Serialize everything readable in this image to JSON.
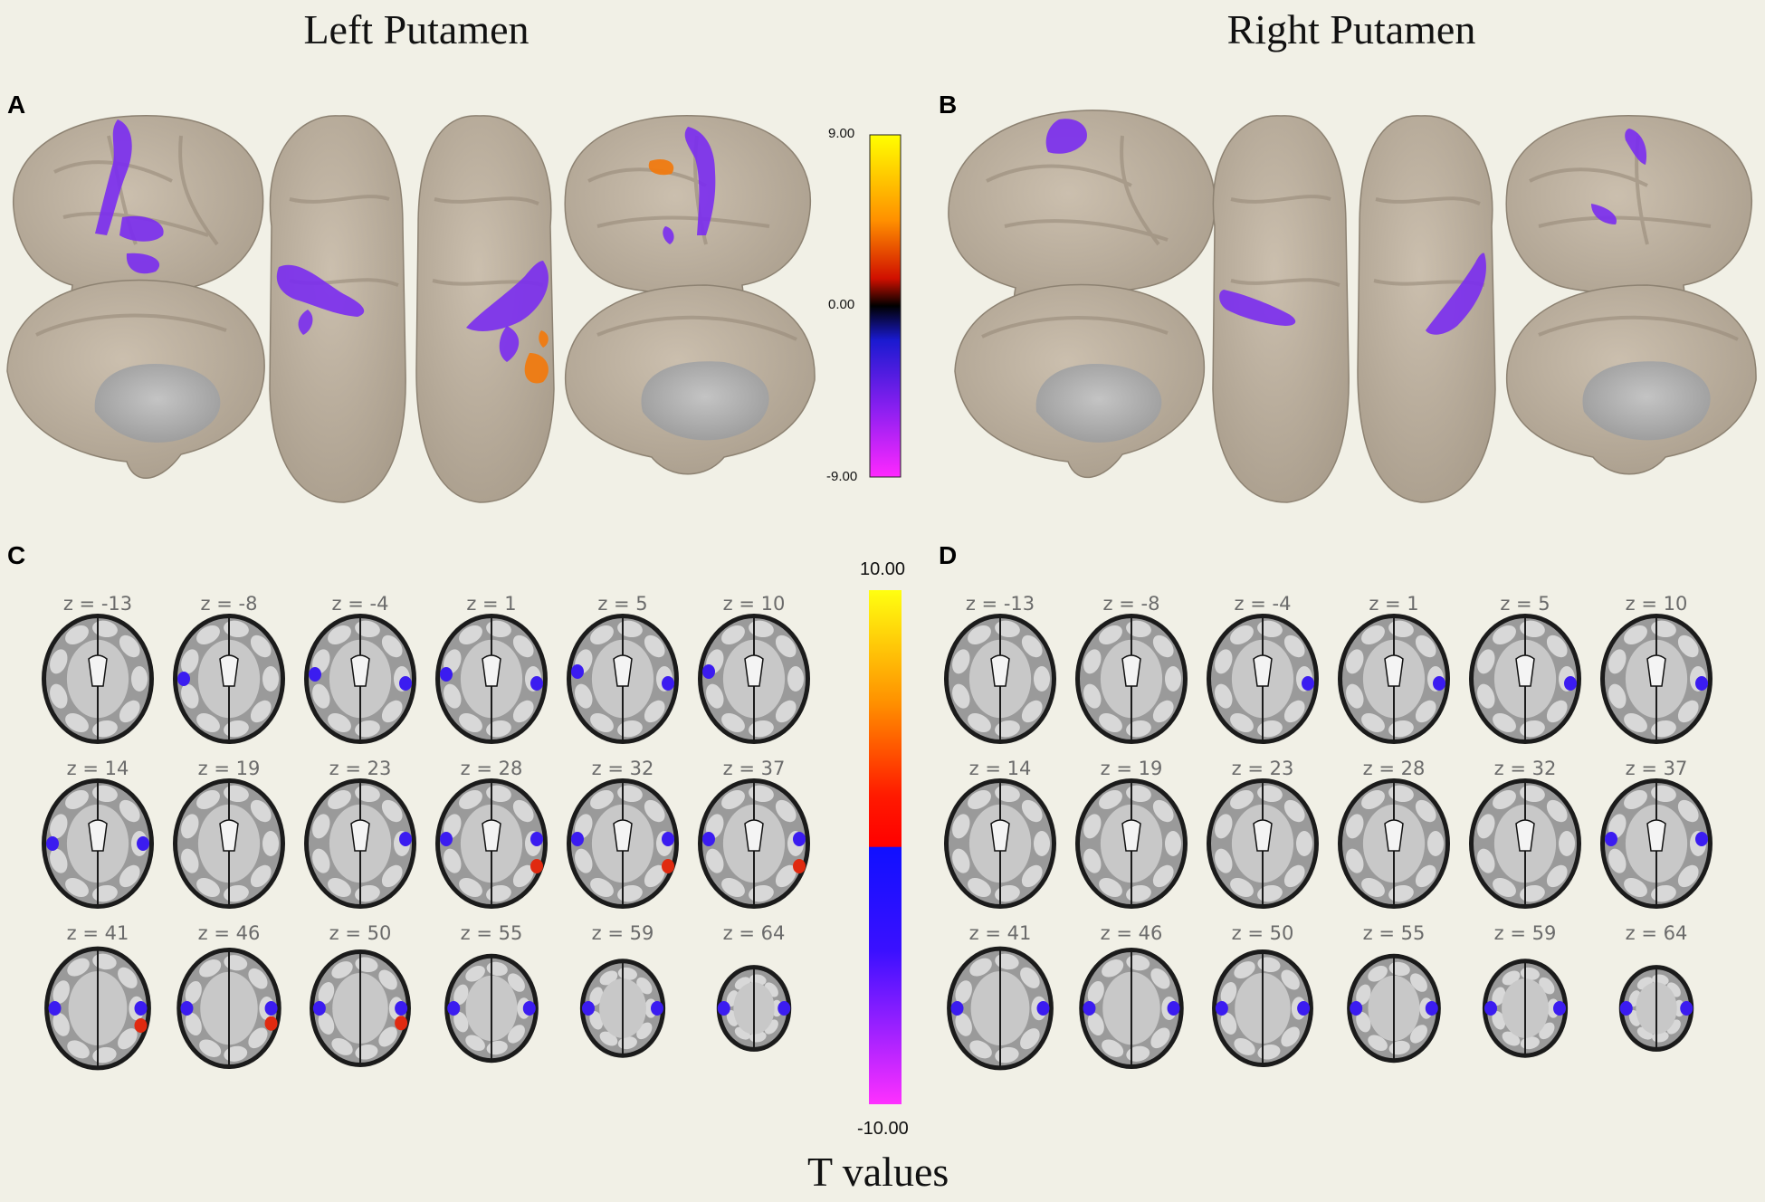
{
  "titles": {
    "left": "Left Putamen",
    "right": "Right Putamen"
  },
  "panels": {
    "a": "A",
    "b": "B",
    "c": "C",
    "d": "D"
  },
  "surface_colorbar": {
    "max": "9.00",
    "mid": "0.00",
    "min": "-9.00"
  },
  "slice_colorbar": {
    "max": "10.00",
    "min": "-10.00",
    "label": "T values"
  },
  "z_rows": [
    [
      "z = -13",
      "z = -8",
      "z = -4",
      "z = 1",
      "z = 5",
      "z = 10"
    ],
    [
      "z = 14",
      "z = 19",
      "z = 23",
      "z = 28",
      "z = 32",
      "z = 37"
    ],
    [
      "z = 41",
      "z = 46",
      "z = 50",
      "z = 55",
      "z = 59",
      "z = 64"
    ]
  ],
  "colors": {
    "background": "#f1f0e6",
    "cortex": "#b9ad9c",
    "negative": "#7a2cf0",
    "positive": "#f07a10"
  }
}
